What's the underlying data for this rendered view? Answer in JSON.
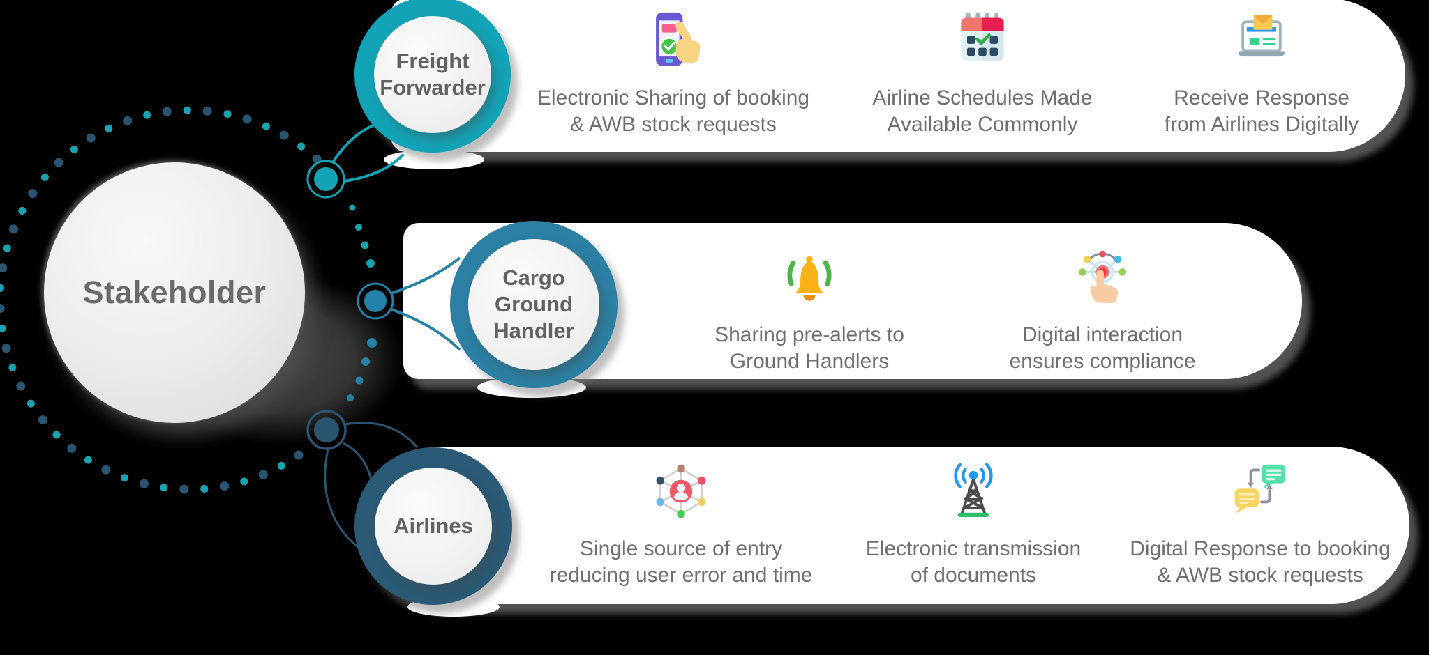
{
  "background": "#000000",
  "colors": {
    "band": "#ffffff",
    "item_text": "#6f6f6f",
    "label_text": "#616161",
    "freight_ring": "#13a3b7",
    "cargo_ring": "#2b80a4",
    "airlines_ring": "#2a5a75",
    "dot_teal": "#1aa2b0",
    "dot_navy": "#2a5570"
  },
  "center": {
    "label": "Stakeholder"
  },
  "branches": [
    {
      "label": "Freight Forwarder",
      "ring_color": "#13a3b7",
      "items": [
        {
          "icon": "phone-booking-check-icon",
          "line1": "Electronic Sharing of booking",
          "line2": "& AWB stock requests"
        },
        {
          "icon": "calendar-check-icon",
          "line1": "Airline Schedules Made",
          "line2": "Available Commonly"
        },
        {
          "icon": "laptop-mail-icon",
          "line1": "Receive Response",
          "line2": "from Airlines Digitally"
        }
      ]
    },
    {
      "label": "Cargo Ground Handler",
      "ring_color": "#2b80a4",
      "items": [
        {
          "icon": "bell-alert-icon",
          "line1": "Sharing pre-alerts to",
          "line2": "Ground Handlers"
        },
        {
          "icon": "touch-network-icon",
          "line1": "Digital interaction",
          "line2": "ensures compliance"
        }
      ]
    },
    {
      "label": "Airlines",
      "ring_color": "#2a5a75",
      "items": [
        {
          "icon": "network-user-icon",
          "line1": "Single source of entry",
          "line2": "reducing user error and time"
        },
        {
          "icon": "signal-tower-icon",
          "line1": "Electronic transmission",
          "line2": "of documents"
        },
        {
          "icon": "chat-exchange-icon",
          "line1": "Digital Response to booking",
          "line2": "& AWB stock requests"
        }
      ]
    }
  ]
}
